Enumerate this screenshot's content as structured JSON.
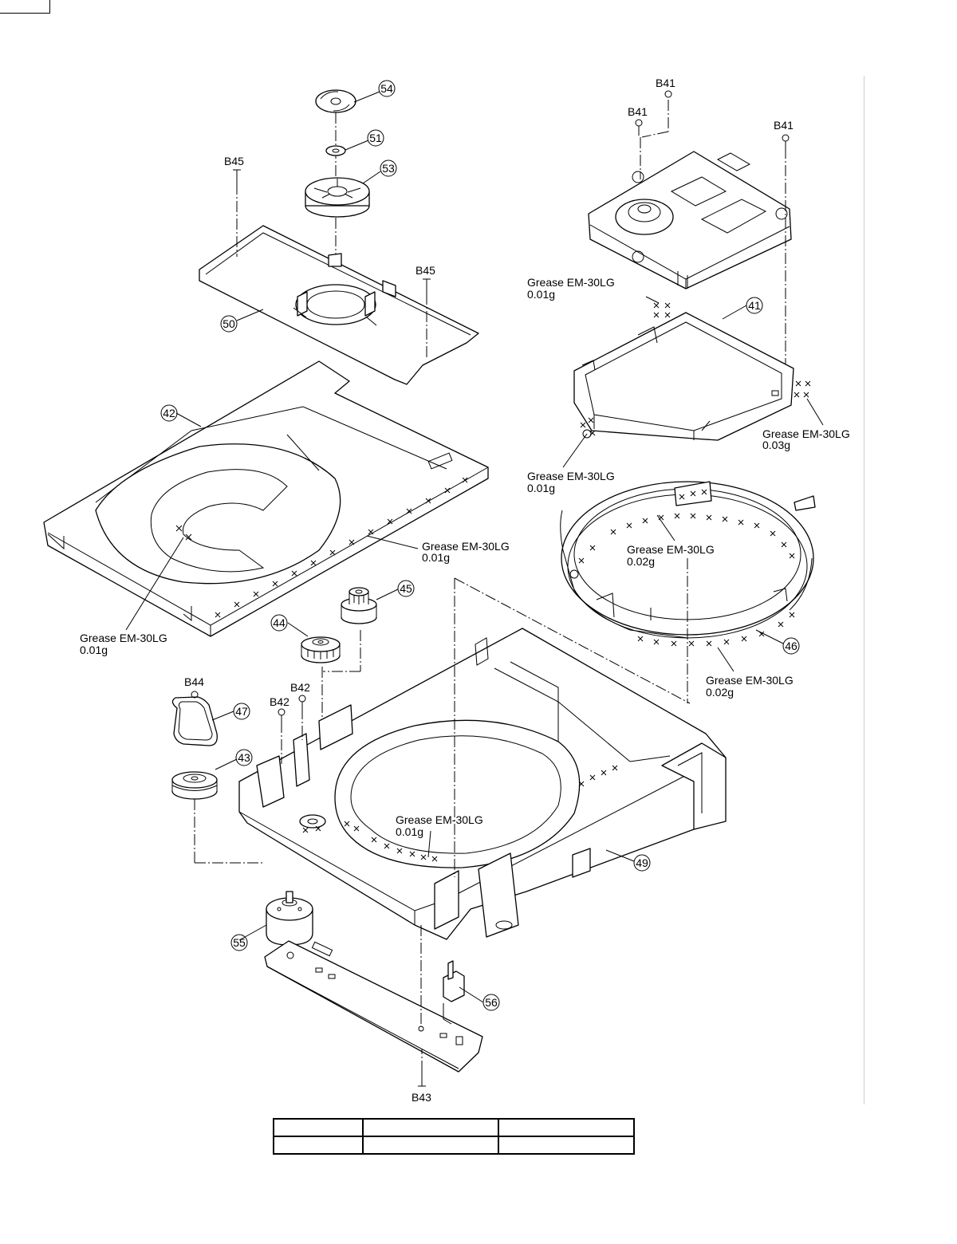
{
  "callouts": [
    "54",
    "51",
    "53",
    "50",
    "42",
    "45",
    "44",
    "47",
    "43",
    "55",
    "56",
    "49",
    "41",
    "46"
  ],
  "screws": {
    "b45_a": "B45",
    "b45_b": "B45",
    "b41_a": "B41",
    "b41_b": "B41",
    "b41_c": "B41",
    "b44": "B44",
    "b42_a": "B42",
    "b42_b": "B42",
    "b43": "B43"
  },
  "grease_notes": [
    {
      "name": "Grease EM-30LG",
      "amount": "0.01g"
    },
    {
      "name": "Grease EM-30LG",
      "amount": "0.01g"
    },
    {
      "name": "Grease EM-30LG",
      "amount": "0.01g"
    },
    {
      "name": "Grease EM-30LG",
      "amount": "0.01g"
    },
    {
      "name": "Grease EM-30LG",
      "amount": "0.03g"
    },
    {
      "name": "Grease EM-30LG",
      "amount": "0.01g"
    },
    {
      "name": "Grease EM-30LG",
      "amount": "0.02g"
    },
    {
      "name": "Grease EM-30LG",
      "amount": "0.02g"
    }
  ],
  "table": {
    "rows": [
      [
        "",
        "",
        ""
      ],
      [
        "",
        "",
        ""
      ]
    ]
  }
}
